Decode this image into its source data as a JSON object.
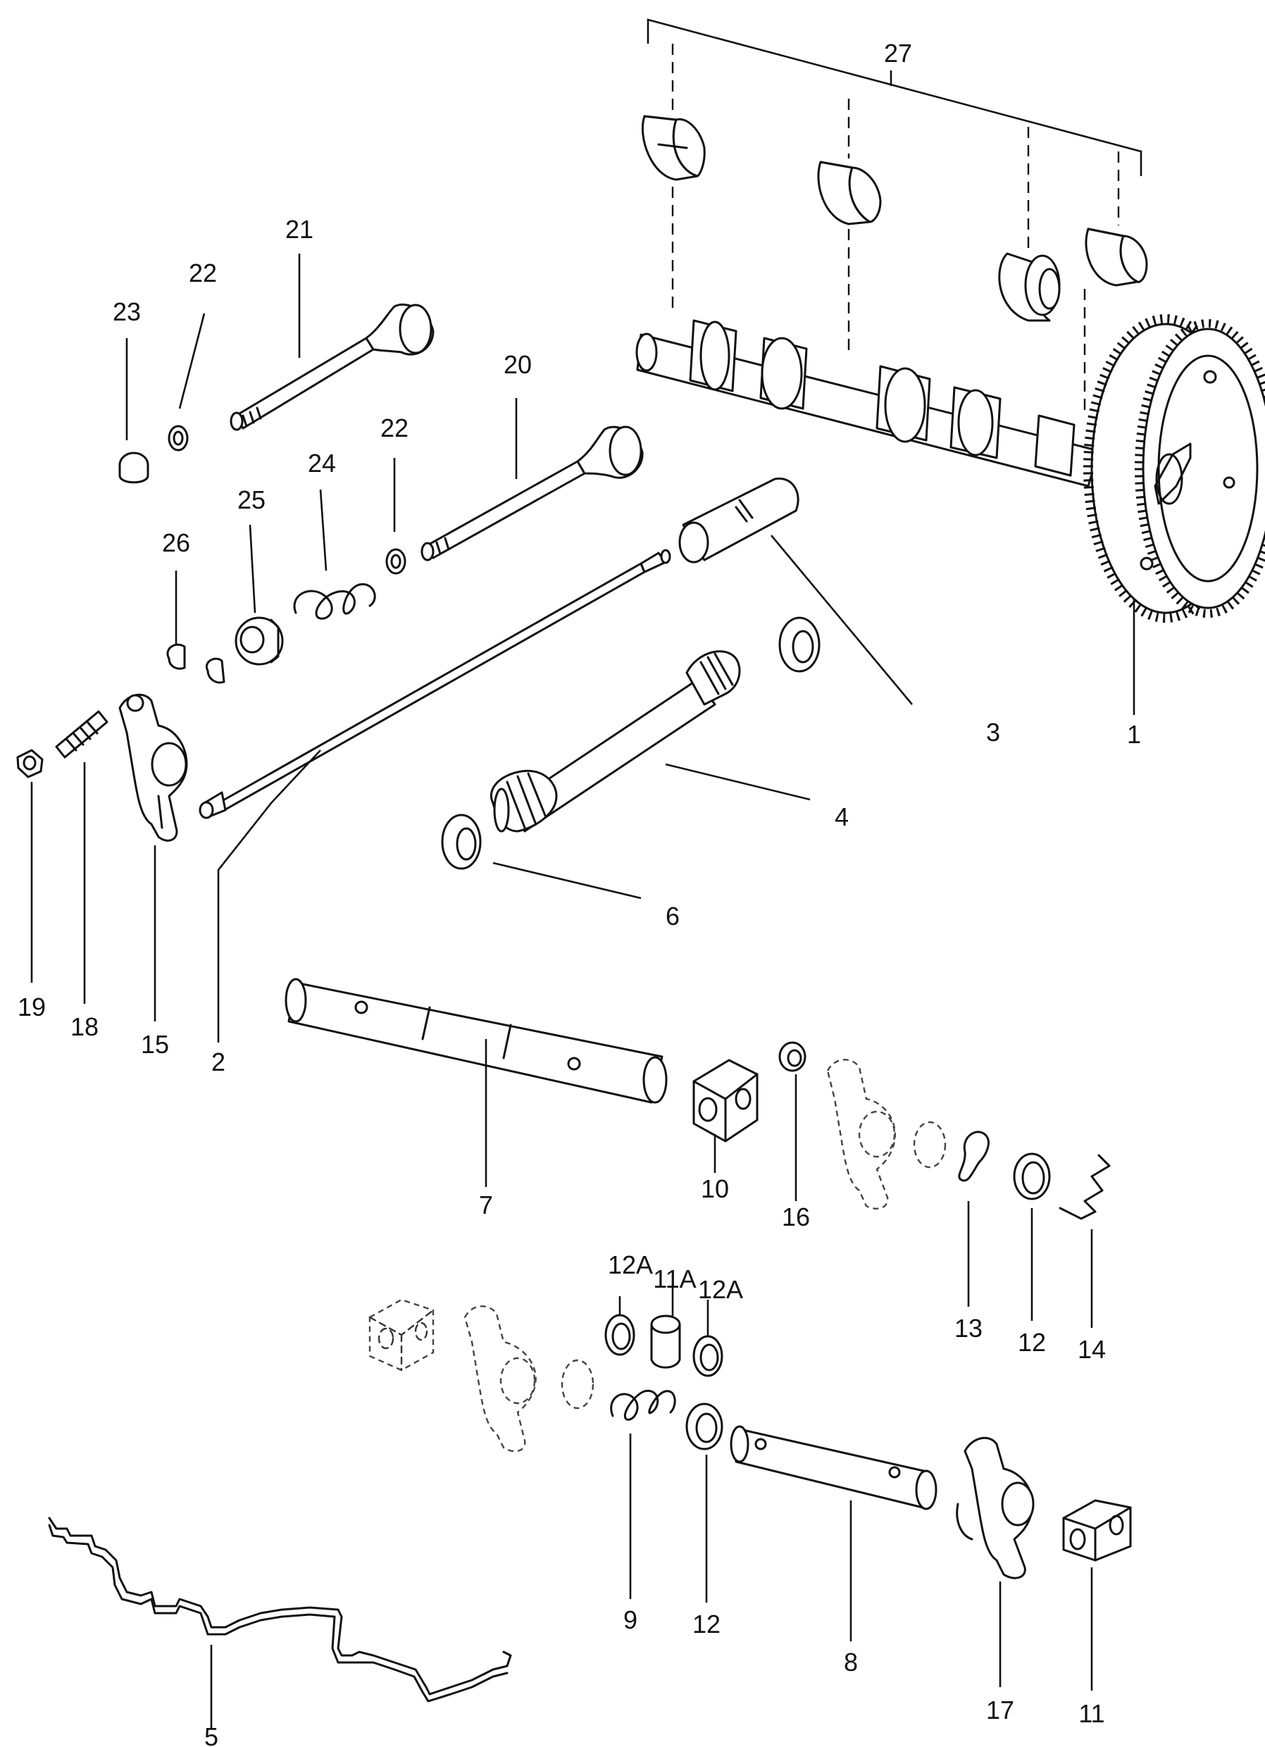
{
  "diagram": {
    "labels": {
      "p1": "1",
      "p2": "2",
      "p3": "3",
      "p4": "4",
      "p5": "5",
      "p6": "6",
      "p7": "7",
      "p8": "8",
      "p9": "9",
      "p10": "10",
      "p11": "11",
      "p11a": "11A",
      "p12a_left": "12A",
      "p12a_right": "12A",
      "p12_lower": "12",
      "p12_upper": "12",
      "p13": "13",
      "p14": "14",
      "p15": "15",
      "p16": "16",
      "p17": "17",
      "p18": "18",
      "p19": "19",
      "p20": "20",
      "p21": "21",
      "p22_left": "22",
      "p22_right": "22",
      "p23": "23",
      "p24": "24",
      "p25": "25",
      "p26": "26",
      "p27": "27"
    }
  }
}
